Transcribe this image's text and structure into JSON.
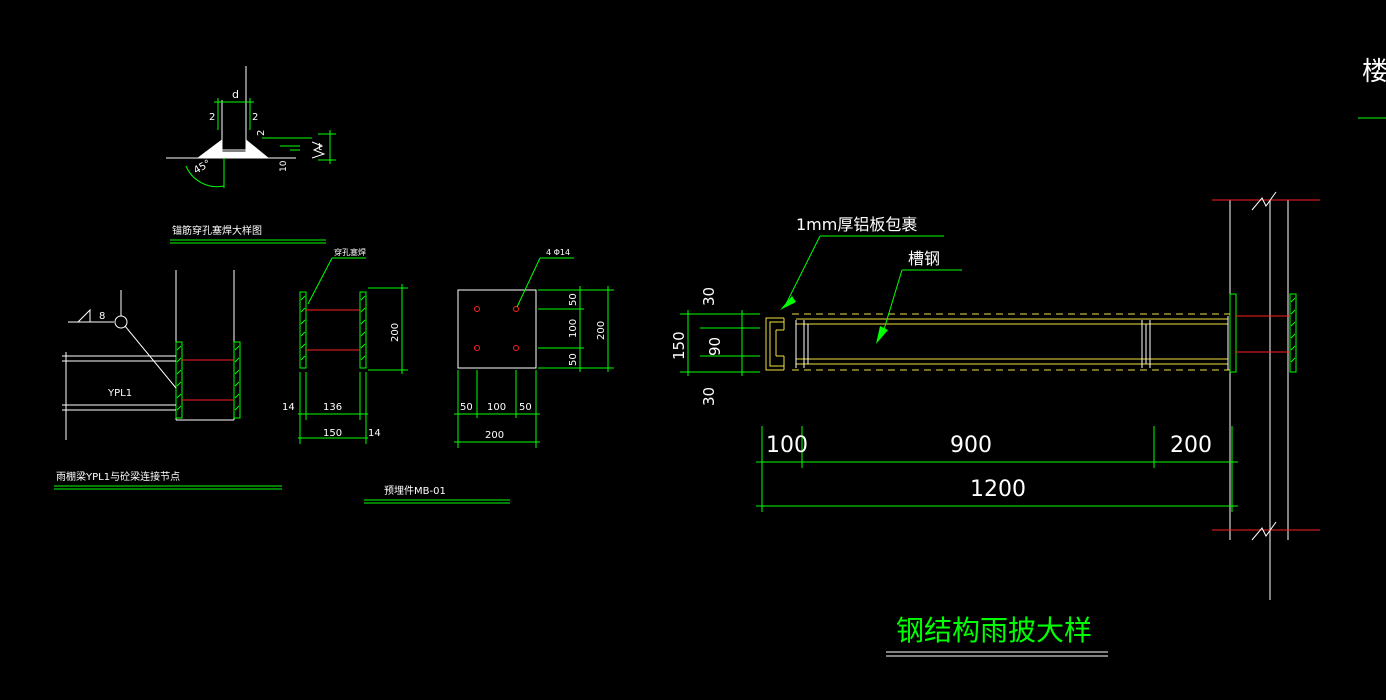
{
  "weld_detail": {
    "dim_d": "d",
    "dim_left": "2",
    "dim_right": "2",
    "dim_gap": "2",
    "dim_t": "t",
    "dim_10": "10",
    "angle": "45°",
    "title": "锚筋穿孔塞焊大样图"
  },
  "connection_detail": {
    "weld_size": "8",
    "beam_label": "YPL1",
    "title": "雨棚梁YPL1与砼梁连接节点"
  },
  "embed_side": {
    "callout": "穿孔塞焊",
    "dim_200": "200",
    "dim_14_left": "14",
    "dim_136": "136",
    "dim_150": "150",
    "dim_14_right": "14"
  },
  "embed_plan": {
    "callout": "4 Φ14",
    "dim_50_top": "50",
    "dim_100_mid": "100",
    "dim_50_bottom": "50",
    "dim_200_right": "200",
    "dim_50_left": "50",
    "dim_100_bottom": "100",
    "dim_50_right": "50",
    "dim_200_bottom": "200",
    "title": "预埋件MB-01"
  },
  "canopy": {
    "label_cladding": "1mm厚铝板包裹",
    "label_channel": "槽钢",
    "dim_30_top": "30",
    "dim_150": "150",
    "dim_90": "90",
    "dim_30_bottom": "30",
    "dim_100": "100",
    "dim_900": "900",
    "dim_200": "200",
    "dim_1200": "1200",
    "title": "钢结构雨披大样"
  },
  "corner_text": "楼",
  "colors": {
    "background": "#000000",
    "dimension": "#00ff00",
    "outline": "#ffffff",
    "rebar": "#ff2020",
    "cladding": "#f0e040"
  }
}
